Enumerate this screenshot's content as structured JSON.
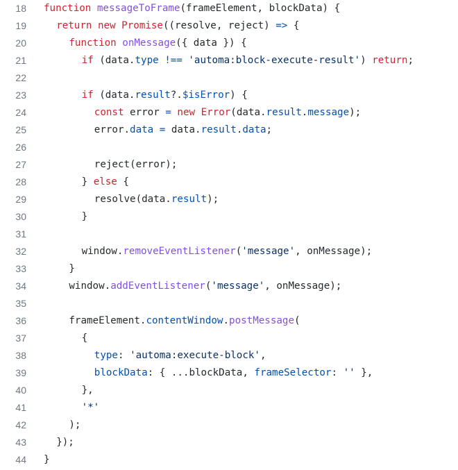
{
  "lines": [
    {
      "n": "18",
      "indent": 0,
      "tokens": [
        {
          "t": "function",
          "c": "kw"
        },
        {
          "t": " "
        },
        {
          "t": "messageToFrame",
          "c": "fn"
        },
        {
          "t": "(frameElement, blockData) {"
        }
      ]
    },
    {
      "n": "19",
      "indent": 1,
      "tokens": [
        {
          "t": "return",
          "c": "kw"
        },
        {
          "t": " "
        },
        {
          "t": "new",
          "c": "kw"
        },
        {
          "t": " "
        },
        {
          "t": "Promise",
          "c": "kw"
        },
        {
          "t": "((resolve, reject) "
        },
        {
          "t": "=>",
          "c": "op"
        },
        {
          "t": " {"
        }
      ]
    },
    {
      "n": "20",
      "indent": 2,
      "tokens": [
        {
          "t": "function",
          "c": "kw"
        },
        {
          "t": " "
        },
        {
          "t": "onMessage",
          "c": "fn"
        },
        {
          "t": "({ data }) {"
        }
      ]
    },
    {
      "n": "21",
      "indent": 3,
      "tokens": [
        {
          "t": "if",
          "c": "kw"
        },
        {
          "t": " (data."
        },
        {
          "t": "type",
          "c": "prop"
        },
        {
          "t": " "
        },
        {
          "t": "!==",
          "c": "op"
        },
        {
          "t": " "
        },
        {
          "t": "'automa:block-execute-result'",
          "c": "str"
        },
        {
          "t": ") "
        },
        {
          "t": "return",
          "c": "kw"
        },
        {
          "t": ";"
        }
      ]
    },
    {
      "n": "22",
      "indent": 0,
      "tokens": []
    },
    {
      "n": "23",
      "indent": 3,
      "tokens": [
        {
          "t": "if",
          "c": "kw"
        },
        {
          "t": " (data."
        },
        {
          "t": "result",
          "c": "prop"
        },
        {
          "t": "?."
        },
        {
          "t": "$isError",
          "c": "prop"
        },
        {
          "t": ") {"
        }
      ]
    },
    {
      "n": "24",
      "indent": 4,
      "tokens": [
        {
          "t": "const",
          "c": "kw"
        },
        {
          "t": " error "
        },
        {
          "t": "=",
          "c": "op"
        },
        {
          "t": " "
        },
        {
          "t": "new",
          "c": "kw"
        },
        {
          "t": " "
        },
        {
          "t": "Error",
          "c": "kw"
        },
        {
          "t": "(data."
        },
        {
          "t": "result",
          "c": "prop"
        },
        {
          "t": "."
        },
        {
          "t": "message",
          "c": "prop"
        },
        {
          "t": ");"
        }
      ]
    },
    {
      "n": "25",
      "indent": 4,
      "tokens": [
        {
          "t": "error."
        },
        {
          "t": "data",
          "c": "prop"
        },
        {
          "t": " "
        },
        {
          "t": "=",
          "c": "op"
        },
        {
          "t": " data."
        },
        {
          "t": "result",
          "c": "prop"
        },
        {
          "t": "."
        },
        {
          "t": "data",
          "c": "prop"
        },
        {
          "t": ";"
        }
      ]
    },
    {
      "n": "26",
      "indent": 0,
      "tokens": []
    },
    {
      "n": "27",
      "indent": 4,
      "tokens": [
        {
          "t": "reject(error);"
        }
      ]
    },
    {
      "n": "28",
      "indent": 3,
      "tokens": [
        {
          "t": "} "
        },
        {
          "t": "else",
          "c": "kw"
        },
        {
          "t": " {"
        }
      ]
    },
    {
      "n": "29",
      "indent": 4,
      "tokens": [
        {
          "t": "resolve(data."
        },
        {
          "t": "result",
          "c": "prop"
        },
        {
          "t": ");"
        }
      ]
    },
    {
      "n": "30",
      "indent": 3,
      "tokens": [
        {
          "t": "}"
        }
      ]
    },
    {
      "n": "31",
      "indent": 0,
      "tokens": []
    },
    {
      "n": "32",
      "indent": 3,
      "tokens": [
        {
          "t": "window."
        },
        {
          "t": "removeEventListener",
          "c": "fn"
        },
        {
          "t": "("
        },
        {
          "t": "'message'",
          "c": "str"
        },
        {
          "t": ", onMessage);"
        }
      ]
    },
    {
      "n": "33",
      "indent": 2,
      "tokens": [
        {
          "t": "}"
        }
      ]
    },
    {
      "n": "34",
      "indent": 2,
      "tokens": [
        {
          "t": "window."
        },
        {
          "t": "addEventListener",
          "c": "fn"
        },
        {
          "t": "("
        },
        {
          "t": "'message'",
          "c": "str"
        },
        {
          "t": ", onMessage);"
        }
      ]
    },
    {
      "n": "35",
      "indent": 0,
      "tokens": []
    },
    {
      "n": "36",
      "indent": 2,
      "tokens": [
        {
          "t": "frameElement."
        },
        {
          "t": "contentWindow",
          "c": "prop"
        },
        {
          "t": "."
        },
        {
          "t": "postMessage",
          "c": "fn"
        },
        {
          "t": "("
        }
      ]
    },
    {
      "n": "37",
      "indent": 3,
      "tokens": [
        {
          "t": "{"
        }
      ]
    },
    {
      "n": "38",
      "indent": 4,
      "tokens": [
        {
          "t": "type",
          "c": "prop"
        },
        {
          "t": ": "
        },
        {
          "t": "'automa:execute-block'",
          "c": "str"
        },
        {
          "t": ","
        }
      ]
    },
    {
      "n": "39",
      "indent": 4,
      "tokens": [
        {
          "t": "blockData",
          "c": "prop"
        },
        {
          "t": ": { ...blockData, "
        },
        {
          "t": "frameSelector",
          "c": "prop"
        },
        {
          "t": ": "
        },
        {
          "t": "''",
          "c": "str"
        },
        {
          "t": " },"
        }
      ]
    },
    {
      "n": "40",
      "indent": 3,
      "tokens": [
        {
          "t": "},"
        }
      ]
    },
    {
      "n": "41",
      "indent": 3,
      "tokens": [
        {
          "t": "'*'",
          "c": "str"
        }
      ]
    },
    {
      "n": "42",
      "indent": 2,
      "tokens": [
        {
          "t": ");"
        }
      ]
    },
    {
      "n": "43",
      "indent": 1,
      "tokens": [
        {
          "t": "});"
        }
      ]
    },
    {
      "n": "44",
      "indent": 0,
      "tokens": [
        {
          "t": "}"
        }
      ]
    }
  ]
}
